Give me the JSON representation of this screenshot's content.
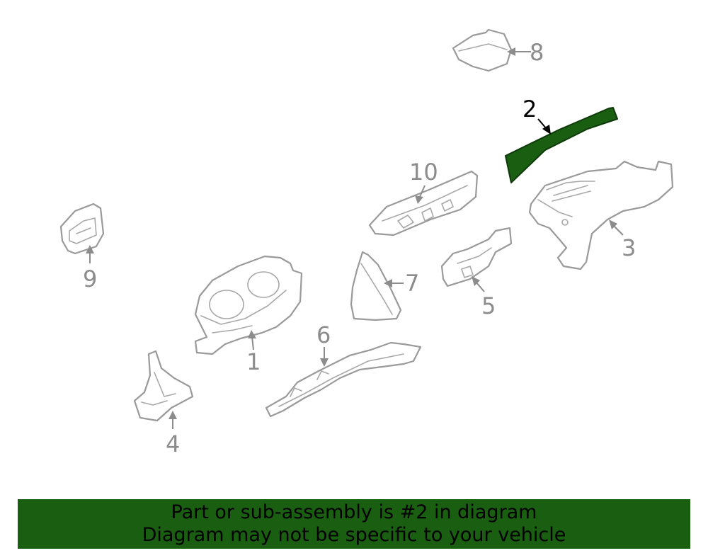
{
  "callouts": {
    "c1": "1",
    "c2": "2",
    "c3": "3",
    "c4": "4",
    "c5": "5",
    "c6": "6",
    "c7": "7",
    "c8": "8",
    "c9": "9",
    "c10": "10"
  },
  "highlighted_part": "2",
  "colors": {
    "highlight": "#1a5e12",
    "banner": "#1a5e12",
    "part_stroke": "#9a9a9a",
    "active_callout": "#000000"
  },
  "banner": {
    "line1": "Part or sub-assembly is #2 in diagram",
    "line2": "Diagram may not be specific to your vehicle"
  }
}
